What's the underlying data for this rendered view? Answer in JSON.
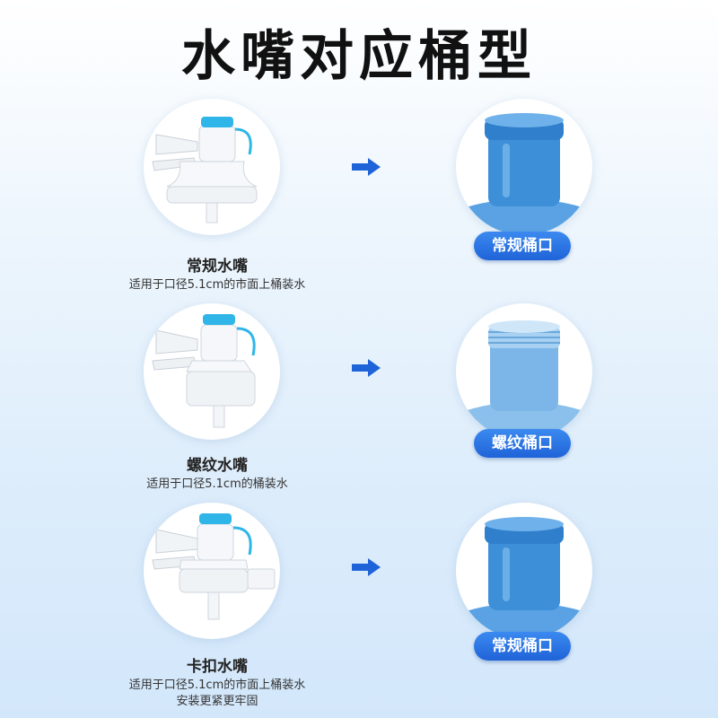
{
  "title": "水嘴对应桶型",
  "items": [
    {
      "name": "常规水嘴",
      "desc": [
        "适用于口径5.1cm的市面上桶装水"
      ],
      "badge": "常规桶口"
    },
    {
      "name": "螺纹水嘴",
      "desc": [
        "适用于口径5.1cm的桶装水"
      ],
      "badge": "螺纹桶口"
    },
    {
      "name": "卡扣水嘴",
      "desc": [
        "适用于口径5.1cm的市面上桶装水",
        "安装更紧更牢固"
      ],
      "badge": "常规桶口"
    }
  ],
  "colors": {
    "accent": "#1f63d8",
    "cap": "#2fb5e8",
    "bottle": "#3d8fd8"
  }
}
